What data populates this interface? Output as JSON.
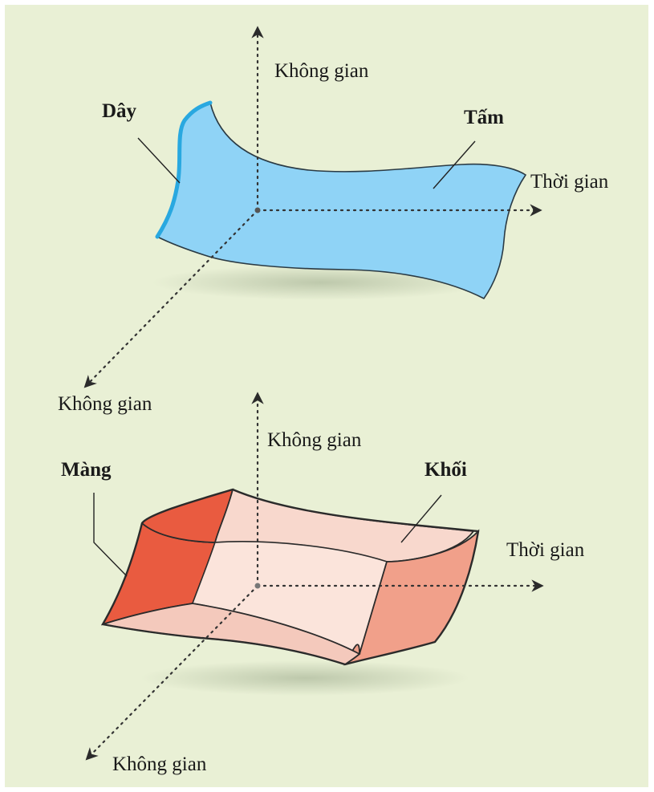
{
  "colors": {
    "background": "#e9f0d5",
    "sheet_fill": "#8fd3f6",
    "string_edge": "#29a8e0",
    "block_face_front": "#f4c9bc",
    "block_face_left": "#e95b40",
    "block_face_right": "#f1a08a",
    "block_face_top": "#f8d8cd",
    "axis": "#333333"
  },
  "top_diagram": {
    "axis_labels": {
      "up": "Không gian",
      "right": "Thời gian",
      "down_left": "Không gian"
    },
    "parts": {
      "string": "Dây",
      "sheet": "Tấm"
    }
  },
  "bottom_diagram": {
    "axis_labels": {
      "up": "Không gian",
      "right": "Thời gian",
      "down_left": "Không gian"
    },
    "parts": {
      "membrane": "Màng",
      "block": "Khối"
    }
  }
}
